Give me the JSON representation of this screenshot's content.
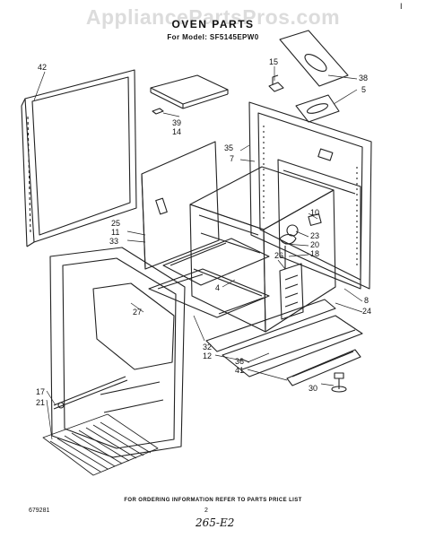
{
  "watermark": "AppliancePartsPros.com",
  "corner_mark": "I",
  "title": "OVEN PARTS",
  "model_line": "For Model: SF5145EPW0",
  "callouts": [
    {
      "id": "c42",
      "text": "42"
    },
    {
      "id": "c15",
      "text": "15"
    },
    {
      "id": "c38",
      "text": "38"
    },
    {
      "id": "c5",
      "text": "5"
    },
    {
      "id": "c39",
      "text": "39"
    },
    {
      "id": "c14",
      "text": "14"
    },
    {
      "id": "c35",
      "text": "35"
    },
    {
      "id": "c7",
      "text": "7"
    },
    {
      "id": "c25",
      "text": "25"
    },
    {
      "id": "c11",
      "text": "11"
    },
    {
      "id": "c33",
      "text": "33"
    },
    {
      "id": "c10",
      "text": "10"
    },
    {
      "id": "c23",
      "text": "23"
    },
    {
      "id": "c20",
      "text": "20"
    },
    {
      "id": "c18",
      "text": "18"
    },
    {
      "id": "c26",
      "text": "26"
    },
    {
      "id": "c4",
      "text": "4"
    },
    {
      "id": "c8",
      "text": "8"
    },
    {
      "id": "c24",
      "text": "24"
    },
    {
      "id": "c27",
      "text": "27"
    },
    {
      "id": "c32",
      "text": "32"
    },
    {
      "id": "c12",
      "text": "12"
    },
    {
      "id": "c36",
      "text": "36"
    },
    {
      "id": "c41",
      "text": "41"
    },
    {
      "id": "c30",
      "text": "30"
    },
    {
      "id": "c17",
      "text": "17"
    },
    {
      "id": "c21",
      "text": "21"
    }
  ],
  "footer": "FOR ORDERING INFORMATION REFER TO PARTS PRICE LIST",
  "doc_number": "679281",
  "page_number": "2",
  "handwritten_note": "265-E2"
}
